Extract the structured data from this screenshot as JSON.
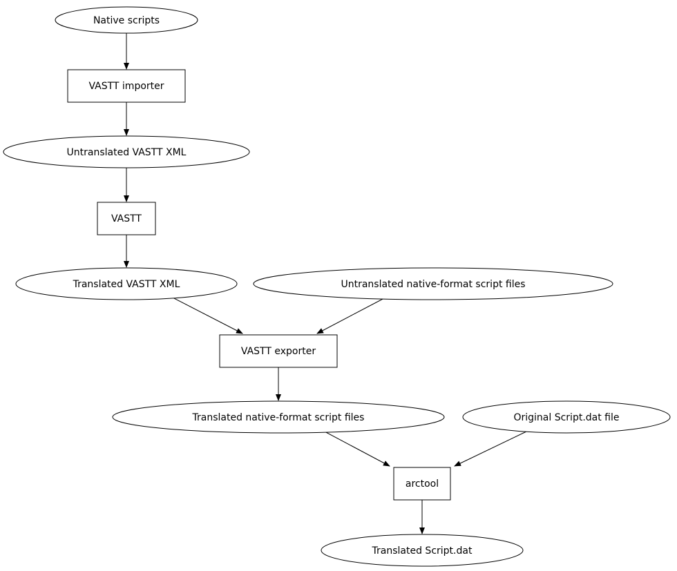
{
  "diagram": {
    "background_color": "#ffffff",
    "node_fill_color": "#ffffff",
    "node_stroke_color": "#000000",
    "edge_color": "#000000",
    "nodes": [
      {
        "id": "native-scripts",
        "shape": "ellipse",
        "label": "Native scripts"
      },
      {
        "id": "vastt-importer",
        "shape": "box",
        "label": "VASTT importer"
      },
      {
        "id": "untranslated-vastt-xml",
        "shape": "ellipse",
        "label": "Untranslated VASTT XML"
      },
      {
        "id": "vastt",
        "shape": "box",
        "label": "VASTT"
      },
      {
        "id": "translated-vastt-xml",
        "shape": "ellipse",
        "label": "Translated VASTT XML"
      },
      {
        "id": "untranslated-native-format-script-files",
        "shape": "ellipse",
        "label": "Untranslated native-format script files"
      },
      {
        "id": "vastt-exporter",
        "shape": "box",
        "label": "VASTT exporter"
      },
      {
        "id": "translated-native-format-script-files",
        "shape": "ellipse",
        "label": "Translated native-format script files"
      },
      {
        "id": "original-script-dat-file",
        "shape": "ellipse",
        "label": "Original Script.dat file"
      },
      {
        "id": "arctool",
        "shape": "box",
        "label": "arctool"
      },
      {
        "id": "translated-script-dat",
        "shape": "ellipse",
        "label": "Translated Script.dat"
      }
    ],
    "edges": [
      {
        "from": "native-scripts",
        "to": "vastt-importer"
      },
      {
        "from": "vastt-importer",
        "to": "untranslated-vastt-xml"
      },
      {
        "from": "untranslated-vastt-xml",
        "to": "vastt"
      },
      {
        "from": "vastt",
        "to": "translated-vastt-xml"
      },
      {
        "from": "translated-vastt-xml",
        "to": "vastt-exporter"
      },
      {
        "from": "untranslated-native-format-script-files",
        "to": "vastt-exporter"
      },
      {
        "from": "vastt-exporter",
        "to": "translated-native-format-script-files"
      },
      {
        "from": "translated-native-format-script-files",
        "to": "arctool"
      },
      {
        "from": "original-script-dat-file",
        "to": "arctool"
      },
      {
        "from": "arctool",
        "to": "translated-script-dat"
      }
    ]
  }
}
